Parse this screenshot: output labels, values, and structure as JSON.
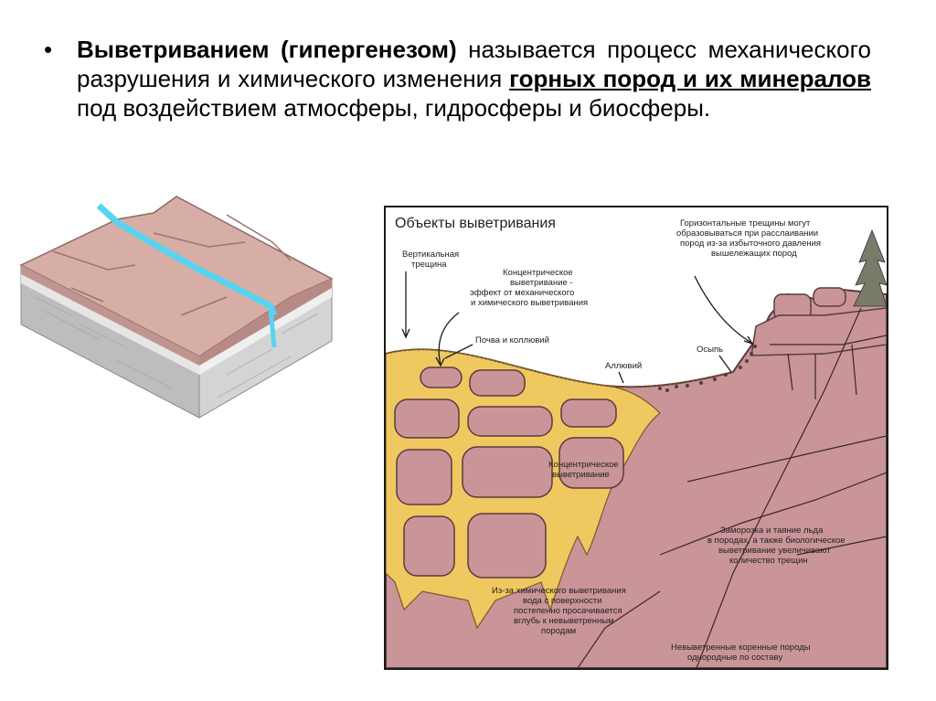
{
  "definition": {
    "bullet": "•",
    "term": "Выветриванием (гипергенезом)",
    "text_1": " называется процесс механического разрушения и химического изменения ",
    "emphasis": "горных пород и их минералов ",
    "text_2": "под воздействием атмосферы, гидросферы и биосферы."
  },
  "diagram": {
    "title": "Объекты выветривания",
    "labels": {
      "vertical_crack": [
        "Вертикальная",
        "трещина"
      ],
      "concentric_top": [
        "Концентрическое",
        "выветривание -",
        "эффект от механического",
        "и химического выветривания"
      ],
      "horizontal_cracks": [
        "Горизонтальные трещины могут",
        "образовываться при расслаивании",
        "пород из-за избыточного давления",
        "вышележащих пород"
      ],
      "soil": "Почва и коллювий",
      "alluvium": "Аллювий",
      "talus": "Осыпь",
      "concentric_mid": [
        "Концентрическое",
        "выветривание"
      ],
      "frost": [
        "Заморозка и таяние льда",
        "в породах, а также биологическое",
        "выветривание увеличивают",
        "количество трещин"
      ],
      "chemical": [
        "Из-за химического выветривания",
        "вода с поверхности",
        "постепенно просачивается",
        "вглубь к невыветренным",
        "породам"
      ],
      "bedrock": [
        "Невыветренные коренные породы",
        "однородные по составу"
      ]
    }
  },
  "colors": {
    "rock": "#c99598",
    "rock_dark": "#a87478",
    "soil": "#f0c860",
    "block_top": "#d8b0a8",
    "block_gray": "#c8c8c8",
    "water": "#58d4f0"
  }
}
